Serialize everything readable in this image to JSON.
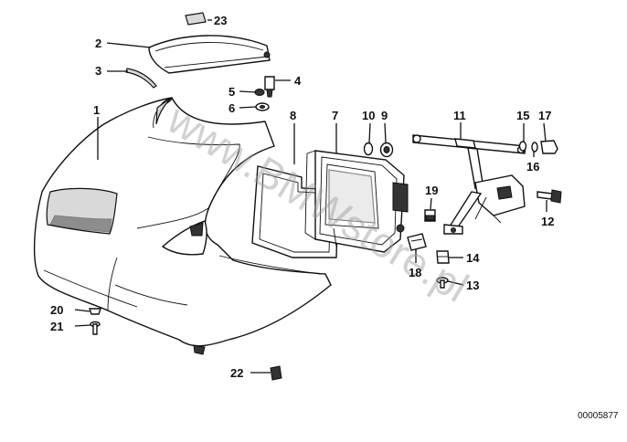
{
  "callouts": {
    "p1": "1",
    "p2": "2",
    "p3": "3",
    "p4": "4",
    "p5": "5",
    "p6": "6",
    "p7": "7",
    "p8": "8",
    "p9": "9",
    "p10": "10",
    "p11": "11",
    "p12": "12",
    "p13": "13",
    "p14": "14",
    "p15": "15",
    "p16": "16",
    "p17": "17",
    "p18": "18",
    "p19": "19",
    "p20": "20",
    "p21": "21",
    "p22": "22",
    "p23": "23"
  },
  "watermark": "www.BMWstore.pl",
  "reference_code": "00005877"
}
